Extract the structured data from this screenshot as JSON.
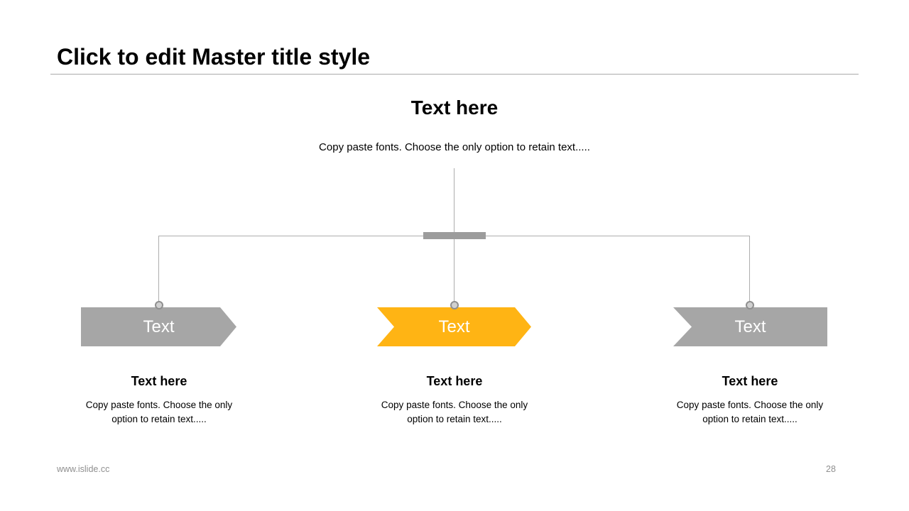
{
  "title": "Click to edit Master title style",
  "heading": "Text here",
  "subtitle": "Copy paste fonts. Choose the only option to retain text.....",
  "arrows": [
    {
      "label": "Text",
      "color": "#A6A6A6",
      "shape": "start-arrow"
    },
    {
      "label": "Text",
      "color": "#FFB414",
      "shape": "chevron-arrow"
    },
    {
      "label": "Text",
      "color": "#A6A6A6",
      "shape": "end-cap"
    }
  ],
  "columns": [
    {
      "heading": "Text here",
      "body_line1": "Copy paste fonts. Choose the only",
      "body_line2": "option to retain text....."
    },
    {
      "heading": "Text here",
      "body_line1": "Copy paste fonts. Choose the only",
      "body_line2": "option to retain text....."
    },
    {
      "heading": "Text here",
      "body_line1": "Copy paste fonts. Choose the only",
      "body_line2": "option to retain text....."
    }
  ],
  "footer": {
    "website": "www.islide.cc",
    "page_number": "28"
  },
  "colors": {
    "accent_orange": "#FFB414",
    "shape_gray": "#A6A6A6",
    "connector_line": "#ADADAD",
    "connector_bar": "#9C9C9C",
    "footer_text": "#8F8F8F"
  }
}
